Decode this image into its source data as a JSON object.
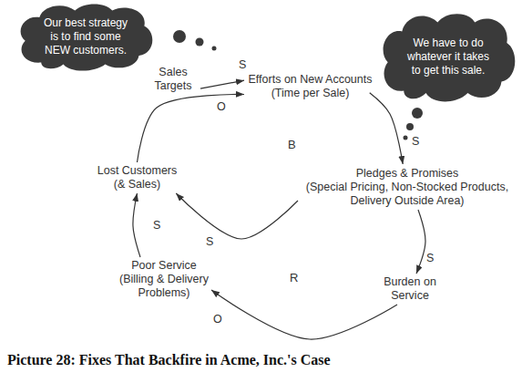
{
  "diagram": {
    "caption": "Picture 28: Fixes That Backfire in Acme, Inc.'s Case",
    "nodes": [
      {
        "text": [
          "Our best strategy is to find some NEW customers."
        ]
      },
      {
        "text": [
          "We have to do whatever it takes to get this sale."
        ]
      },
      {
        "text": [
          "Sales Targets"
        ]
      },
      {
        "text": [
          "Efforts on New Accounts (Time per Sale)"
        ]
      },
      {
        "text": [
          "Pledges & Promises",
          "(Special Pricing, Non-Stocked Products, Delivery Outside Area)"
        ]
      },
      {
        "text": [
          "Lost Customers (& Sales)"
        ]
      },
      {
        "text": [
          "Poor Service (Billing & Delivery Problems)"
        ]
      },
      {
        "text": [
          "Burden on Service"
        ]
      }
    ],
    "edges": [
      {
        "from": 2,
        "to": 3,
        "arrow": "to",
        "label": "S"
      },
      {
        "from": 3,
        "to": 4,
        "arrow": "to",
        "label": "S"
      },
      {
        "from": 4,
        "to": 7,
        "arrow": "to",
        "label": "S"
      },
      {
        "from": 7,
        "to": 6,
        "arrow": "to",
        "label": "O"
      },
      {
        "from": 6,
        "to": 5,
        "arrow": "to",
        "label": "S"
      },
      {
        "from": 5,
        "to": 3,
        "arrow": "to",
        "label": "O"
      },
      {
        "from": 4,
        "to": 5,
        "arrow": "to",
        "label": "S"
      }
    ],
    "labels": [
      "B",
      "R"
    ]
  }
}
